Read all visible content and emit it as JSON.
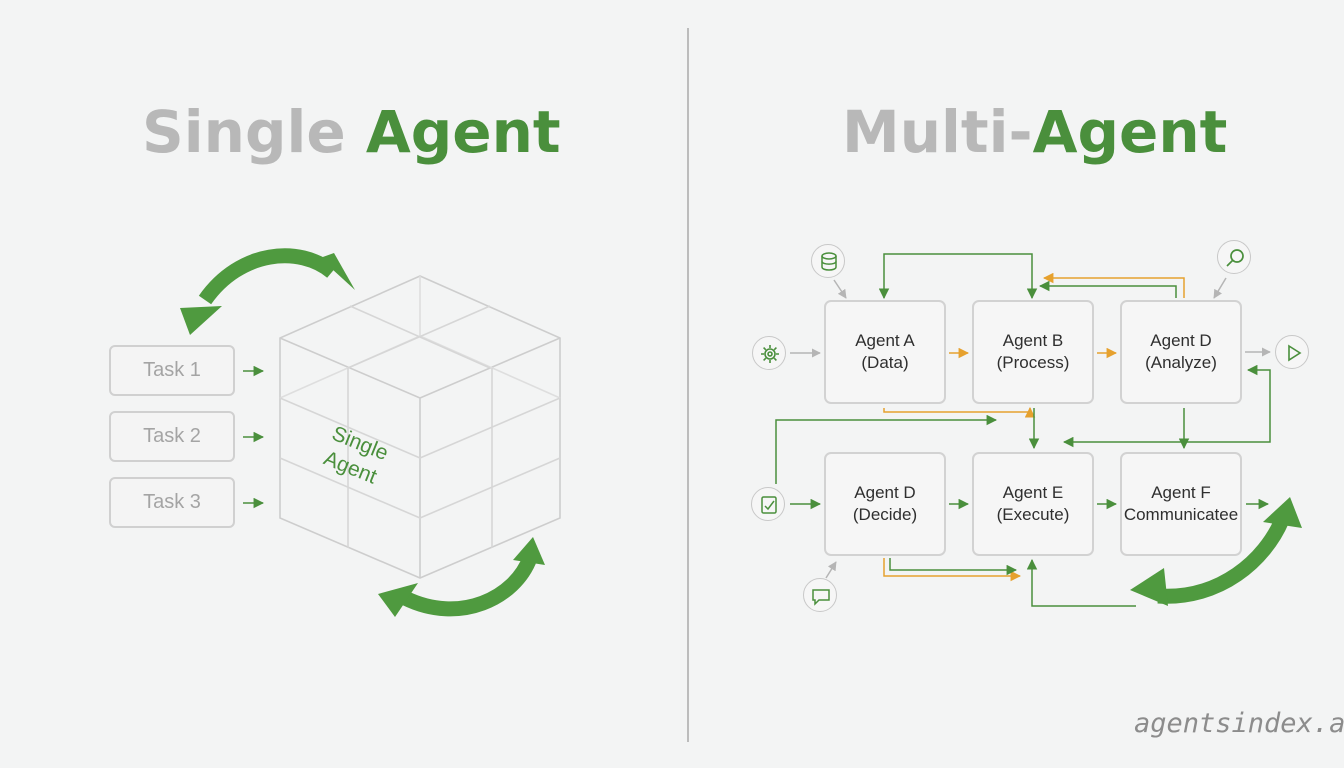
{
  "left": {
    "title_muted": "Single",
    "title_accent": "Agent",
    "tasks": [
      {
        "label": "Task 1"
      },
      {
        "label": "Task 2"
      },
      {
        "label": "Task 3"
      }
    ],
    "cube_label_line1": "Single",
    "cube_label_line2": "Agent"
  },
  "right": {
    "title_muted": "Multi-",
    "title_accent": "Agent",
    "agents": [
      {
        "name": "Agent A",
        "role": "(Data)"
      },
      {
        "name": "Agent B",
        "role": "(Process)"
      },
      {
        "name": "Agent D",
        "role": "(Analyze)"
      },
      {
        "name": "Agent D",
        "role": "(Decide)"
      },
      {
        "name": "Agent E",
        "role": "(Execute)"
      },
      {
        "name": "Agent F",
        "role": "Communicatee"
      }
    ]
  },
  "icons": [
    "database-icon",
    "gear-icon",
    "checklist-icon",
    "chat-bubble-icon",
    "magnifier-icon",
    "play-icon"
  ],
  "colors": {
    "accent": "#4a8f3c",
    "arrow_orange": "#e6a12e",
    "muted_text": "#b8b8b8",
    "background": "#f3f4f4"
  },
  "watermark": "agentsindex.ai"
}
